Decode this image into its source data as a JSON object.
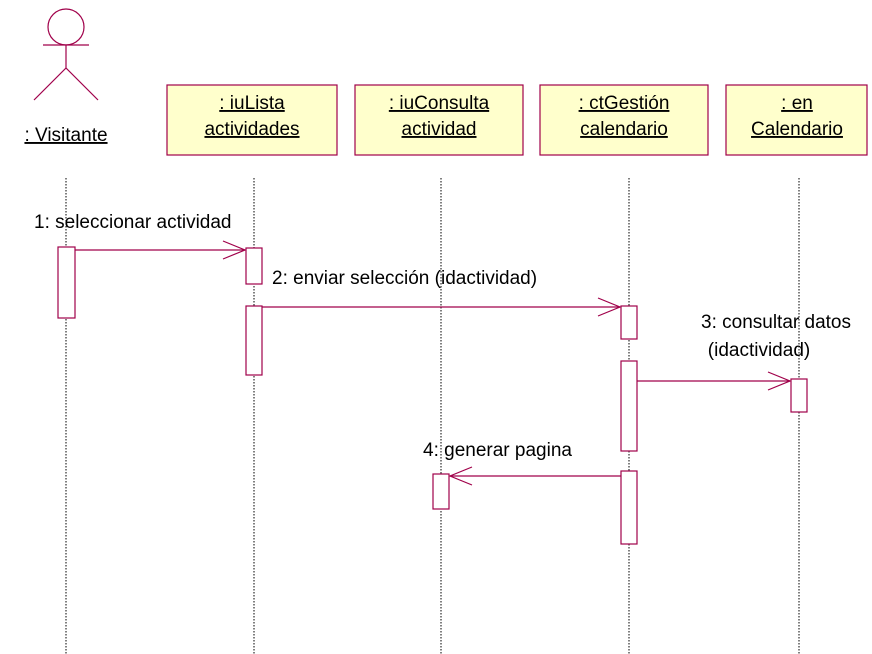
{
  "colors": {
    "box_fill": "#ffffcc",
    "line": "#a0004a",
    "lifeline": "#000000",
    "text": "#000000"
  },
  "actor": {
    "label": ": Visitante"
  },
  "objects": [
    {
      "line1": ": iuLista",
      "line2": "actividades"
    },
    {
      "line1": ": iuConsulta",
      "line2": "actividad"
    },
    {
      "line1": ": ctGestión",
      "line2": "calendario"
    },
    {
      "line1": ": en",
      "line2": "Calendario"
    }
  ],
  "messages": [
    {
      "label": "1: seleccionar actividad"
    },
    {
      "label": "2: enviar selección (idactividad)"
    },
    {
      "label_line1": "3: consultar datos",
      "label_line2": "(idactividad)"
    },
    {
      "label": "4: generar pagina"
    }
  ]
}
